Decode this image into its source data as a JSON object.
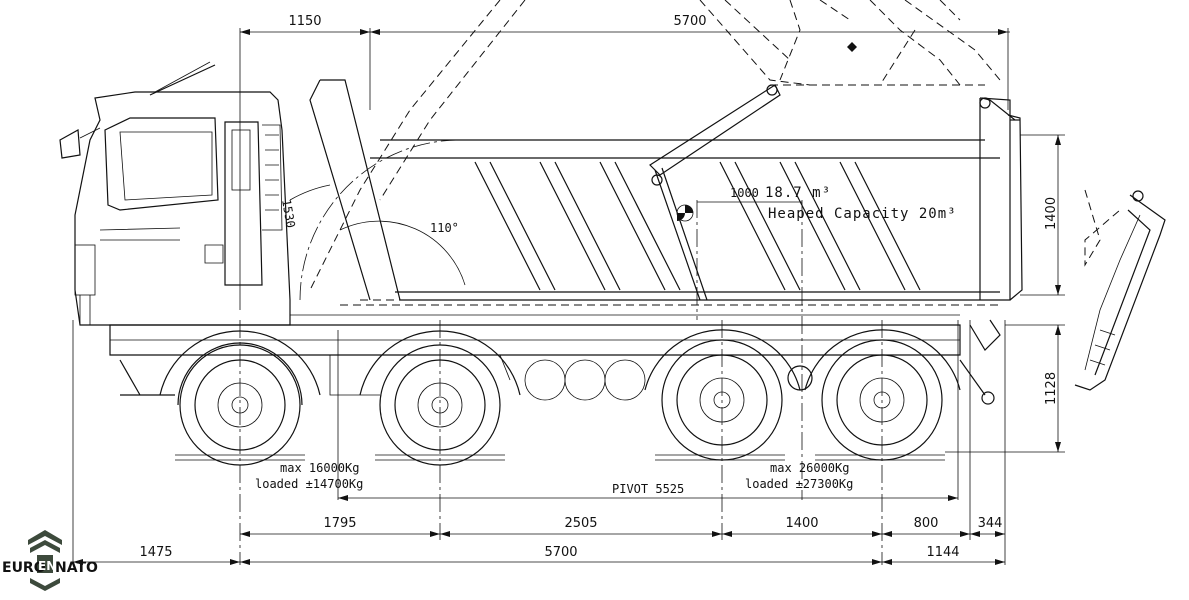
{
  "dimensions": {
    "top_front_overhang": "1150",
    "top_body_length": "5700",
    "side_height": "1400",
    "angle": "110°",
    "tilt_radius": "1530",
    "rear_height": "1128",
    "axle_1_2": "1795",
    "axle_2_3": "2505",
    "axle_3_4": "1400",
    "rear_800": "800",
    "rear_344": "344",
    "front_overhang": "1475",
    "wheelbase": "5700",
    "rear_overhang": "1144",
    "pivot": "PIVOT 5525",
    "cg_distance": "1000"
  },
  "capacity": {
    "struck": "18.7 m³",
    "heaped": "Heaped Capacity 20m³"
  },
  "front_axles": {
    "max": "max 16000Kg",
    "loaded": "loaded ±14700Kg"
  },
  "rear_axles": {
    "max": "max 26000Kg",
    "loaded": "loaded ±27300Kg"
  },
  "logo": {
    "left": "EURO",
    "middle": "EN",
    "right": "NATO"
  }
}
